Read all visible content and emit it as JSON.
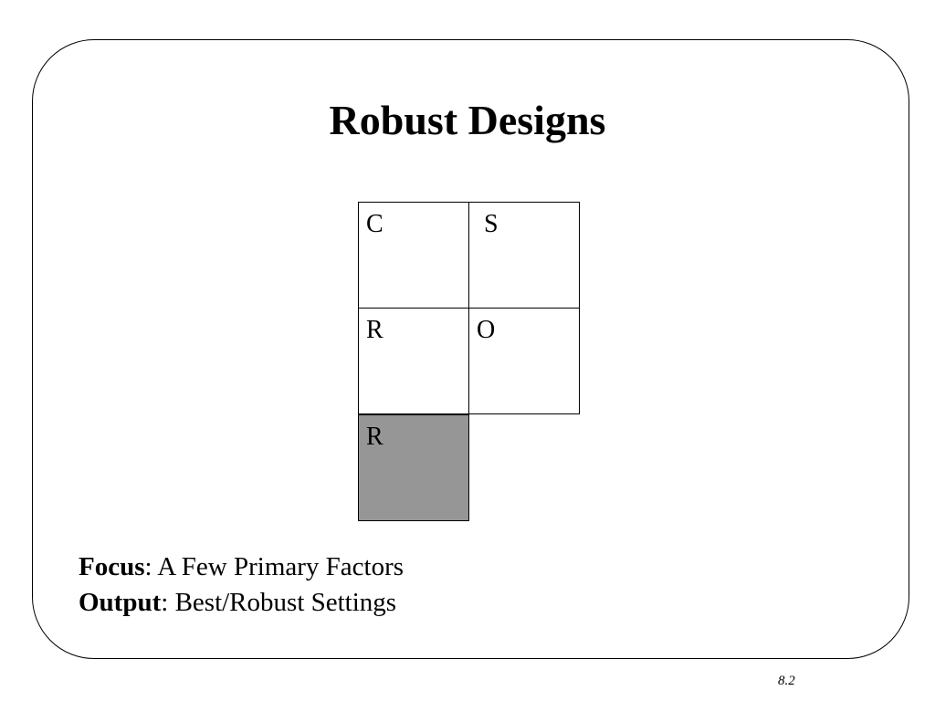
{
  "slide": {
    "title": "Robust Designs",
    "grid": {
      "cells": [
        {
          "label": "C"
        },
        {
          "label": "S"
        },
        {
          "label": "R"
        },
        {
          "label": "O"
        },
        {
          "label": "R"
        }
      ],
      "shaded_fill": "#969696"
    },
    "notes": [
      {
        "keyword": "Focus",
        "text": ":  A Few Primary Factors"
      },
      {
        "keyword": "Output",
        "text": ": Best/Robust Settings"
      }
    ],
    "page_number": "8.2"
  }
}
